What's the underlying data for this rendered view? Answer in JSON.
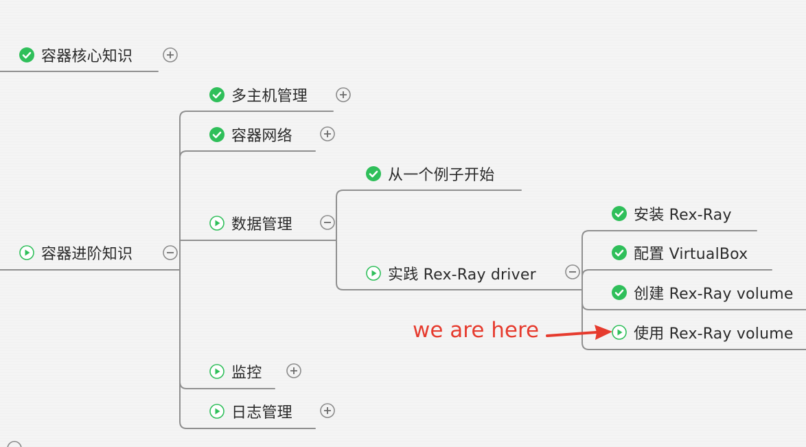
{
  "mindmap": {
    "nodes": {
      "core": {
        "label": "容器核心知识",
        "status": "done-icon",
        "toggle": "expand-icon"
      },
      "advanced": {
        "label": "容器进阶知识",
        "status": "in-progress-icon",
        "toggle": "collapse-icon"
      },
      "multi_host": {
        "label": "多主机管理",
        "status": "done-icon",
        "toggle": "expand-icon"
      },
      "network": {
        "label": "容器网络",
        "status": "done-icon",
        "toggle": "expand-icon"
      },
      "data_mgmt": {
        "label": "数据管理",
        "status": "in-progress-icon",
        "toggle": "collapse-icon"
      },
      "example": {
        "label": "从一个例子开始",
        "status": "done-icon"
      },
      "practice": {
        "label": "实践 Rex-Ray driver",
        "status": "in-progress-icon",
        "toggle": "collapse-icon"
      },
      "install": {
        "label": "安装 Rex-Ray",
        "status": "done-icon"
      },
      "config": {
        "label": "配置 VirtualBox",
        "status": "done-icon"
      },
      "create": {
        "label": "创建 Rex-Ray volume",
        "status": "done-icon"
      },
      "use": {
        "label": "使用 Rex-Ray volume",
        "status": "in-progress-icon"
      },
      "monitor": {
        "label": "监控",
        "status": "in-progress-icon",
        "toggle": "expand-icon"
      },
      "logging": {
        "label": "日志管理",
        "status": "in-progress-icon",
        "toggle": "expand-icon"
      }
    },
    "annotation": {
      "text": "we are here",
      "points_to": "use"
    }
  },
  "colors": {
    "done": "#2fbf5a",
    "in_progress": "#2fbf5a",
    "line": "#8f8f8f",
    "toggle": "#8a8a8a",
    "annotation": "#e63b2e",
    "text": "#2a2a2a"
  }
}
